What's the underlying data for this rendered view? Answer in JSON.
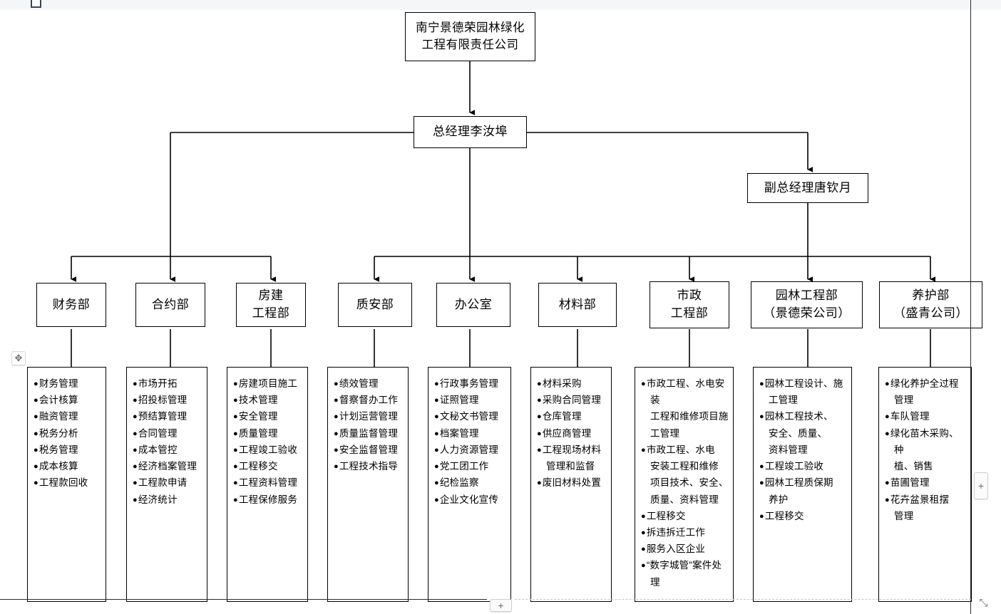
{
  "chrome": {
    "move_handle_icon": "move-cross-icon",
    "move_handle_glyph": "✥",
    "right_plus_label": "+",
    "bottom_plus_label": "+",
    "resize_handle_icon": "resize-diagonal-icon",
    "resize_glyph": "⤡"
  },
  "org": {
    "company": {
      "name": "南宁景德荣园林绿化\n工程有限责任公司"
    },
    "general_manager": {
      "title": "总经理李汝埠"
    },
    "deputy_manager": {
      "title": "副总经理唐钦月"
    },
    "departments": [
      {
        "id": "finance",
        "name": "财务部",
        "duties": [
          "财务管理",
          "会计核算",
          "融资管理",
          "税务分析",
          "税务管理",
          "成本核算",
          "工程款回收"
        ]
      },
      {
        "id": "contract",
        "name": "合约部",
        "duties": [
          "市场开拓",
          "招投标管理",
          "预结算管理",
          "合同管理",
          "成本管控",
          "经济档案管理",
          "工程款申请",
          "经济统计"
        ]
      },
      {
        "id": "building",
        "name": "房建\n工程部",
        "duties": [
          "房建项目施工",
          "技术管理",
          "安全管理",
          "质量管理",
          "工程竣工验收",
          "工程移交",
          "工程资料管理",
          "工程保修服务"
        ]
      },
      {
        "id": "quality-safety",
        "name": "质安部",
        "duties": [
          "绩效管理",
          "督察督办工作",
          "计划运营管理",
          "质量监督管理",
          "安全监督管理",
          "工程技术指导"
        ]
      },
      {
        "id": "office",
        "name": "办公室",
        "duties": [
          "行政事务管理",
          "证照管理",
          "文秘文书管理",
          "档案管理",
          "人力资源管理",
          "党工团工作",
          "纪检监察",
          "企业文化宣传"
        ]
      },
      {
        "id": "materials",
        "name": "材料部",
        "duties": [
          "材料采购",
          "采购合同管理",
          "仓库管理",
          "供应商管理",
          "工程现场材料\n管理和监督",
          "废旧材料处置"
        ]
      },
      {
        "id": "municipal",
        "name": "市政\n工程部",
        "duties": [
          "市政工程、水电安装\n工程和维修项目施\n工管理",
          "市政工程、水电\n安装工程和维修\n项目技术、安全、\n质量、资料管理",
          "工程移交",
          "拆违拆迁工作",
          "服务入区企业",
          "“数字城管”案件处\n理"
        ]
      },
      {
        "id": "landscape",
        "name": "园林工程部\n（景德荣公司）",
        "duties": [
          "园林工程设计、施\n工管理",
          "园林工程技术、\n安全、质量、\n资料管理",
          "工程竣工验收",
          "园林工程质保期\n养护",
          "工程移交"
        ]
      },
      {
        "id": "maintenance",
        "name": "养护部\n（盛青公司）",
        "duties": [
          "绿化养护全过程\n管理",
          "车队管理",
          "绿化苗木采购、种\n植、销售",
          "苗圃管理",
          "花卉盆景租摆\n管理"
        ]
      }
    ]
  }
}
